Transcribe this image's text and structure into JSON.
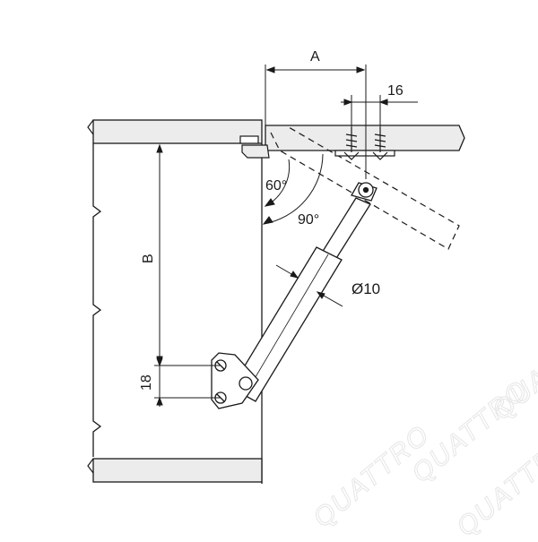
{
  "labels": {
    "dim_a": "A",
    "dim_16": "16",
    "angle_60": "60°",
    "angle_90": "90°",
    "dim_b": "B",
    "dim_18": "18",
    "diameter": "Ø10"
  },
  "watermark": {
    "text": "QUATTRO",
    "color": "#e6e6e6"
  },
  "colors": {
    "line": "#1a1a1a",
    "panel_fill": "#ececec"
  }
}
